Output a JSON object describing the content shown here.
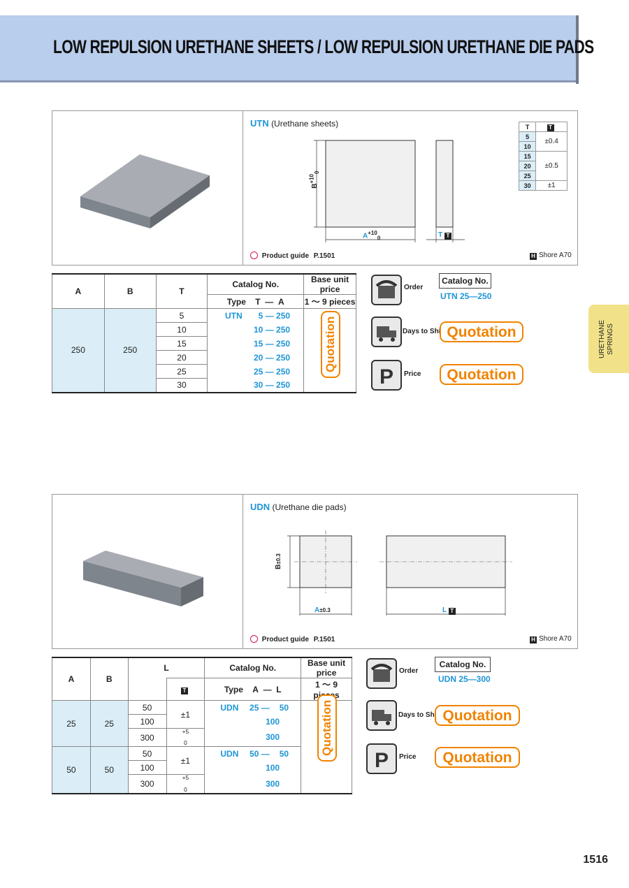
{
  "header": {
    "title": "LOW REPULSION URETHANE SHEETS / LOW REPULSION URETHANE DIE PADS"
  },
  "side_tab": {
    "label": "URETHANE SPRINGS"
  },
  "sheets": {
    "code": "UTN",
    "name": "(Urethane sheets)",
    "guide": "Product guide",
    "guide_page": "P.1501",
    "shore": "Shore A70",
    "dim_b": "B",
    "dim_b_tol_up": "+10",
    "dim_b_tol_lo": "0",
    "dim_a": "A",
    "dim_a_tol_up": "+10",
    "dim_a_tol_lo": "0",
    "dim_t": "T",
    "tolerance": {
      "header_t": "T",
      "rows": [
        {
          "t": "5",
          "tol": "±0.4"
        },
        {
          "t": "10",
          "tol": ""
        },
        {
          "t": "15",
          "tol": "±0.5"
        },
        {
          "t": "20",
          "tol": ""
        },
        {
          "t": "25",
          "tol": ""
        },
        {
          "t": "30",
          "tol": "±1"
        }
      ]
    },
    "table": {
      "h_a": "A",
      "h_b": "B",
      "h_t": "T",
      "h_catalog": "Catalog No.",
      "h_type": "Type",
      "h_t2": "T",
      "h_dash": "—",
      "h_a2": "A",
      "h_price": "Base unit price",
      "h_qty": "1 ～ 9 pieces",
      "a": "250",
      "b": "250",
      "rows": [
        {
          "t": "5",
          "type": "UTN",
          "ct": "5",
          "ca": "250"
        },
        {
          "t": "10",
          "type": "",
          "ct": "10",
          "ca": "250"
        },
        {
          "t": "15",
          "type": "",
          "ct": "15",
          "ca": "250"
        },
        {
          "t": "20",
          "type": "",
          "ct": "20",
          "ca": "250"
        },
        {
          "t": "25",
          "type": "",
          "ct": "25",
          "ca": "250"
        },
        {
          "t": "30",
          "type": "",
          "ct": "30",
          "ca": "250"
        }
      ],
      "quotation": "Quotation"
    },
    "order": {
      "label": "Order",
      "catalog_label": "Catalog No.",
      "catalog_example": "UTN 25—250"
    },
    "days_to_ship": {
      "label": "Days to Ship",
      "value": "Quotation"
    },
    "price": {
      "label": "Price",
      "value": "Quotation"
    }
  },
  "pads": {
    "code": "UDN",
    "name": "(Urethane die pads)",
    "guide": "Product guide",
    "guide_page": "P.1501",
    "shore": "Shore A70",
    "dim_b": "B",
    "dim_b_tol": "±0.3",
    "dim_a": "A",
    "dim_a_tol": "±0.3",
    "dim_l": "L",
    "table": {
      "h_a": "A",
      "h_b": "B",
      "h_l": "L",
      "h_catalog": "Catalog No.",
      "h_type": "Type",
      "h_a2": "A",
      "h_dash": "—",
      "h_l2": "L",
      "h_price": "Base unit price",
      "h_qty": "1 ～ 9 pieces",
      "groups": [
        {
          "a": "25",
          "b": "25",
          "type": "UDN",
          "ca": "25",
          "rows": [
            {
              "l": "50",
              "cl": "50"
            },
            {
              "l": "100",
              "cl": "100"
            },
            {
              "l": "300",
              "cl": "300"
            }
          ],
          "tol1": "±1",
          "tol2_up": "+5",
          "tol2_lo": "0"
        },
        {
          "a": "50",
          "b": "50",
          "type": "UDN",
          "ca": "50",
          "rows": [
            {
              "l": "50",
              "cl": "50"
            },
            {
              "l": "100",
              "cl": "100"
            },
            {
              "l": "300",
              "cl": "300"
            }
          ],
          "tol1": "±1",
          "tol2_up": "+5",
          "tol2_lo": "0"
        }
      ],
      "quotation": "Quotation"
    },
    "order": {
      "label": "Order",
      "catalog_label": "Catalog No.",
      "catalog_example": "UDN 25—300"
    },
    "days_to_ship": {
      "label": "Days to Ship",
      "value": "Quotation"
    },
    "price": {
      "label": "Price",
      "value": "Quotation"
    }
  },
  "page_number": "1516"
}
